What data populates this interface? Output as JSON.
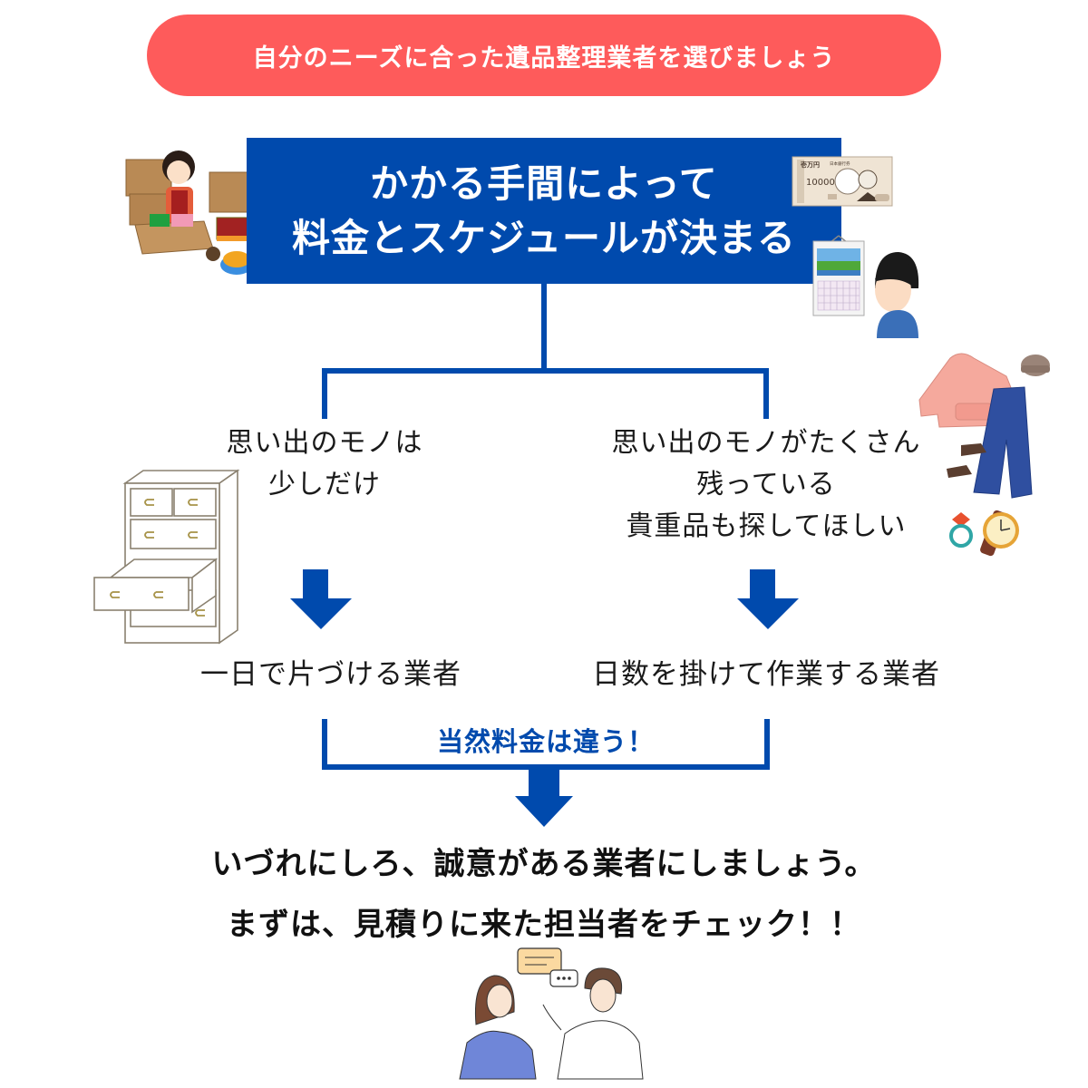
{
  "colors": {
    "banner_bg": "#fe5b5b",
    "primary_blue": "#004aad",
    "text_dark": "#1a1a1a",
    "white": "#ffffff"
  },
  "banner": {
    "text": "自分のニーズに合った遺品整理業者を選びましょう"
  },
  "main_box": {
    "line1": "かかる手間によって",
    "line2": "料金とスケジュールが決まる"
  },
  "banknote": {
    "denomination": "10000",
    "label": "壱万円",
    "issuer": "日本銀行券"
  },
  "branches": [
    {
      "condition_lines": [
        "思い出のモノは",
        "少しだけ"
      ],
      "result": "一日で片づける業者"
    },
    {
      "condition_lines": [
        "思い出のモノがたくさん",
        "残っている",
        "貴重品も探してほしい"
      ],
      "result": "日数を掛けて作業する業者"
    }
  ],
  "difference_label": "当然料金は違う！",
  "conclusion": {
    "line1": "いづれにしろ、誠意がある業者にしましょう。",
    "line2": "まずは、見積りに来た担当者をチェック！！"
  },
  "icons": {
    "top_left": "woman-packing-boxes-illustration",
    "top_right_money": "yen-banknote-illustration",
    "top_right_calendar": "man-with-calendar-illustration",
    "left_branch": "drawer-chest-illustration",
    "right_branch": "clothes-and-valuables-illustration",
    "bottom": "two-people-talking-illustration"
  }
}
